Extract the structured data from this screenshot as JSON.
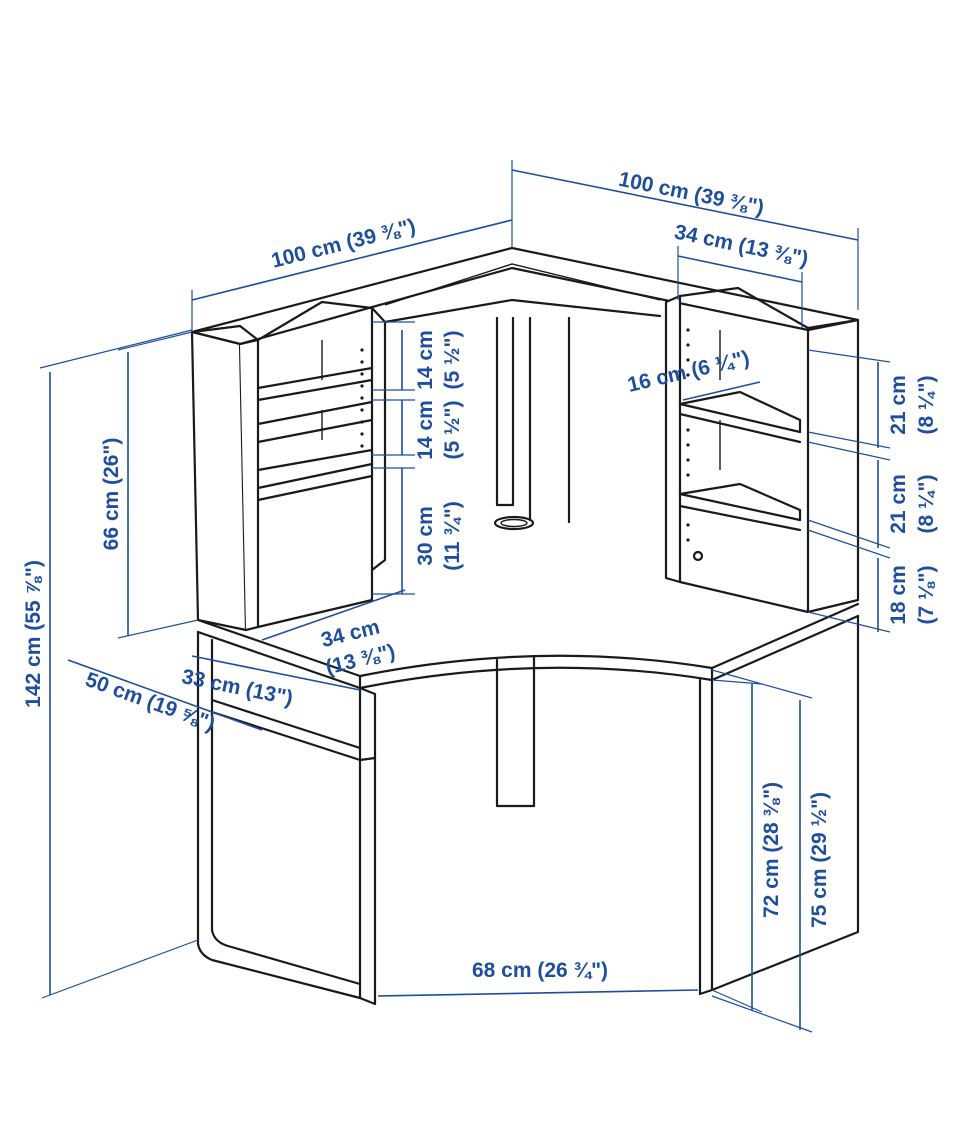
{
  "colors": {
    "dimension": "#1d4f9c",
    "outline": "#1a1a1a",
    "background": "#ffffff"
  },
  "labels": {
    "top_right_width": "100 cm (39 ⅜\")",
    "top_left_width": "100 cm (39 ⅜\")",
    "shelf_depth_right": "34 cm (13 ⅜\")",
    "shelf_depth_inner_right": "16 cm (6 ¼\")",
    "total_height": "142 cm (55 ⅞\")",
    "hutch_height": "66 cm (26\")",
    "left_cubby_top_cm": "14 cm",
    "left_cubby_top_in": "(5 ½\")",
    "left_cubby_mid_cm": "14 cm",
    "left_cubby_mid_in": "(5 ½\")",
    "left_cubby_bottom_cm": "30 cm",
    "left_cubby_bottom_in": "(11 ¾\")",
    "right_shelf_top_cm": "21 cm",
    "right_shelf_top_in": "(8 ¼\")",
    "right_shelf_mid_cm": "21 cm",
    "right_shelf_mid_in": "(8 ¼\")",
    "right_shelf_bottom_cm": "18 cm",
    "right_shelf_bottom_in": "(7 ⅛\")",
    "shelf_depth_left_cm": "34 cm",
    "shelf_depth_left_in": "(13 ⅜\")",
    "desk_depth_narrow": "33 cm (13\")",
    "desk_depth_wide": "50 cm (19 ⅝\")",
    "knee_width": "68 cm (26 ¾\")",
    "desk_height_inner": "72 cm (28 ⅜\")",
    "desk_height_outer": "75 cm (29 ½\")"
  }
}
